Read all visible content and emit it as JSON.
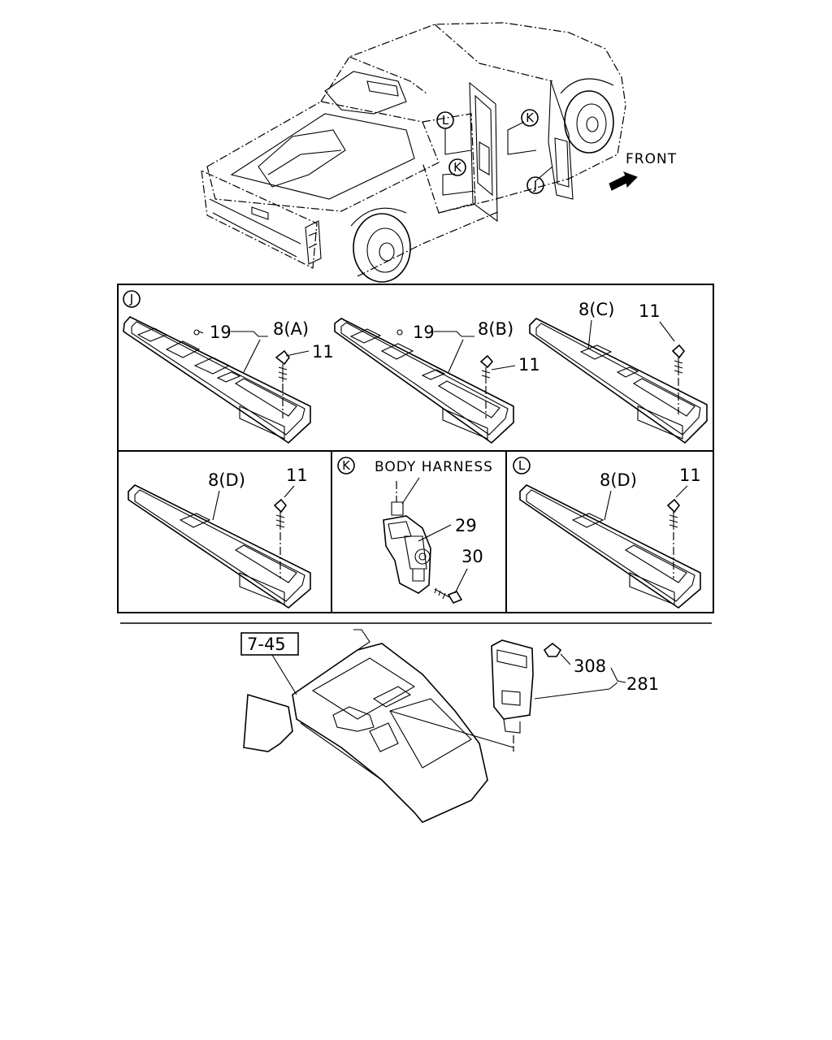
{
  "front_label": "FRONT",
  "callout_J": "J",
  "callout_K": "K",
  "callout_L": "L",
  "panel_J": {
    "switch_A": {
      "part": "8(A)",
      "bulb": "19",
      "screw": "11"
    },
    "switch_B": {
      "part": "8(B)",
      "bulb": "19",
      "screw": "11"
    },
    "switch_C": {
      "part": "8(C)",
      "screw": "11"
    },
    "switch_D": {
      "part": "8(D)",
      "screw": "11"
    }
  },
  "panel_K": {
    "title": "BODY HARNESS",
    "sensor": "29",
    "screw": "30"
  },
  "panel_L": {
    "part": "8(D)",
    "screw": "11"
  },
  "console": {
    "ref": "7-45",
    "switch_bulb": "308",
    "switch_assy": "281"
  }
}
